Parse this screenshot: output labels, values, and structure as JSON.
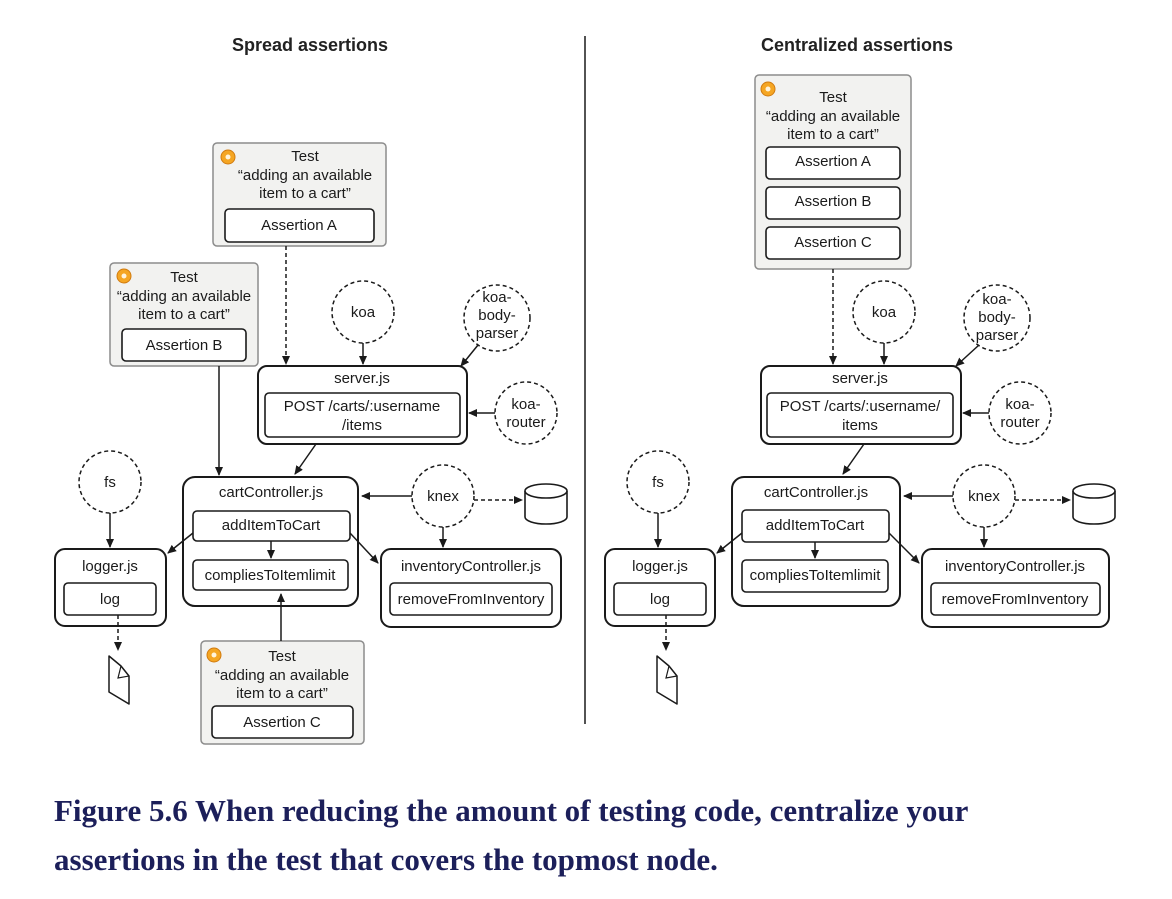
{
  "left": {
    "title": "Spread assertions",
    "test_label": "Test",
    "test_desc_line1": "“adding an available",
    "test_desc_line2": "item to a cart”",
    "assertion_a": "Assertion A",
    "assertion_b": "Assertion B",
    "assertion_c": "Assertion C"
  },
  "right": {
    "title": "Centralized assertions",
    "test_label": "Test",
    "test_desc_line1": "“adding an available",
    "test_desc_line2": "item to a cart”",
    "assertion_a": "Assertion A",
    "assertion_b": "Assertion B",
    "assertion_c": "Assertion C"
  },
  "nodes": {
    "koa": "koa",
    "koa_body_parser_1": "koa-",
    "koa_body_parser_2": "body-",
    "koa_body_parser_3": "parser",
    "koa_router_1": "koa-",
    "koa_router_2": "router",
    "server": "server.js",
    "route_left_1": "POST /carts/:username",
    "route_left_2": "/items",
    "route_right_1": "POST /carts/:username/",
    "route_right_2": "items",
    "fs": "fs",
    "knex": "knex",
    "cart_controller": "cartController.js",
    "add_item": "addItemToCart",
    "complies": "compliesToItemlimit",
    "logger": "logger.js",
    "log": "log",
    "inventory_controller": "inventoryController.js",
    "remove_from_inventory": "removeFromInventory"
  },
  "caption_line1": "Figure 5.6 When reducing the amount of testing code, centralize your",
  "caption_line2": "assertions in the test that covers the topmost node."
}
